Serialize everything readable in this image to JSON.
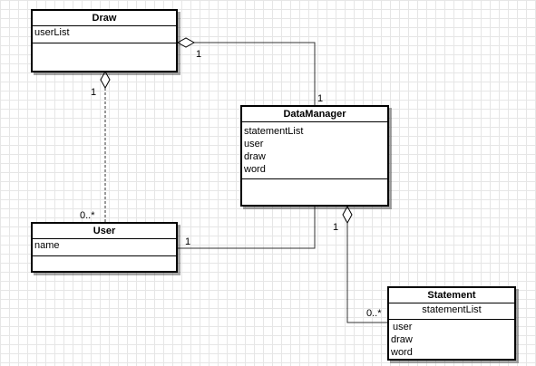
{
  "classes": {
    "draw": {
      "name": "Draw",
      "attributes": [
        "userList"
      ]
    },
    "data_manager": {
      "name": "DataManager",
      "attributes": [
        "statementList",
        "user",
        "draw",
        "word"
      ]
    },
    "user": {
      "name": "User",
      "attributes": [
        "name"
      ]
    },
    "statement": {
      "name": "Statement",
      "attributes": [
        "statementList",
        "user",
        "draw",
        "word"
      ]
    }
  },
  "multiplicities": {
    "draw_side_to_manager": "1",
    "manager_side_to_draw": "1",
    "draw_side_to_user": "1",
    "user_side_to_draw": "0..*",
    "manager_lower": "1",
    "manager_side_to_statement": "1",
    "user_side_to_manager": "1",
    "statement_side_to_manager": "0..*"
  }
}
